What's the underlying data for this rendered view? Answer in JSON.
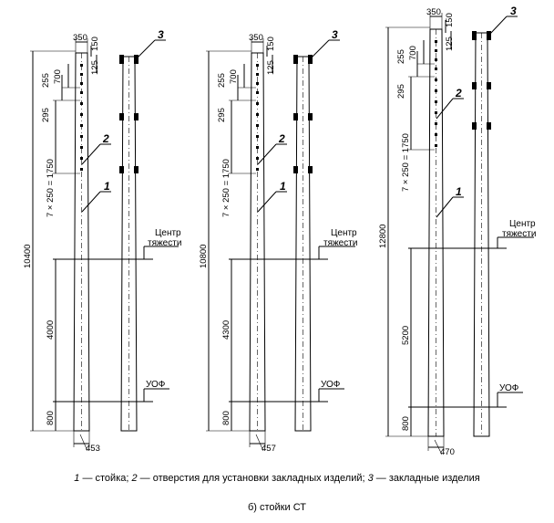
{
  "columns": [
    {
      "overall_height": "10400",
      "top_width": "350",
      "top_side": "150",
      "top_side2": "125",
      "hole_offset": "255",
      "hole_pitch_top": "700",
      "hole_group": "295",
      "hole_series": "7 × 250 = 1750",
      "cg_to_ground": "4000",
      "embedment": "800",
      "bottom_width": "453",
      "center_label_1": "Центр",
      "center_label_2": "тяжести",
      "ground_label": "УОФ",
      "callout_1": "1",
      "callout_2": "2",
      "callout_3": "3"
    },
    {
      "overall_height": "10800",
      "top_width": "350",
      "top_side": "150",
      "top_side2": "125",
      "hole_offset": "255",
      "hole_pitch_top": "700",
      "hole_group": "295",
      "hole_series": "7 × 250 = 1750",
      "cg_to_ground": "4300",
      "embedment": "800",
      "bottom_width": "457",
      "center_label_1": "Центр",
      "center_label_2": "тяжести",
      "ground_label": "УОФ",
      "callout_1": "1",
      "callout_2": "2",
      "callout_3": "3"
    },
    {
      "overall_height": "12800",
      "top_width": "350",
      "top_side": "150",
      "top_side2": "125",
      "hole_offset": "255",
      "hole_pitch_top": "700",
      "hole_group": "295",
      "hole_series": "7 × 250 = 1750",
      "cg_to_ground": "5200",
      "embedment": "800",
      "bottom_width": "470",
      "center_label_1": "Центр",
      "center_label_2": "тяжести",
      "ground_label": "УОФ",
      "callout_1": "1",
      "callout_2": "2",
      "callout_3": "3"
    }
  ],
  "legend": {
    "n1": "1",
    "t1": " — стойка; ",
    "n2": "2",
    "t2": " — отверстия для установки закладных изделий; ",
    "n3": "3",
    "t3": " — закладные изделия"
  },
  "caption": "б) стойки СТ"
}
